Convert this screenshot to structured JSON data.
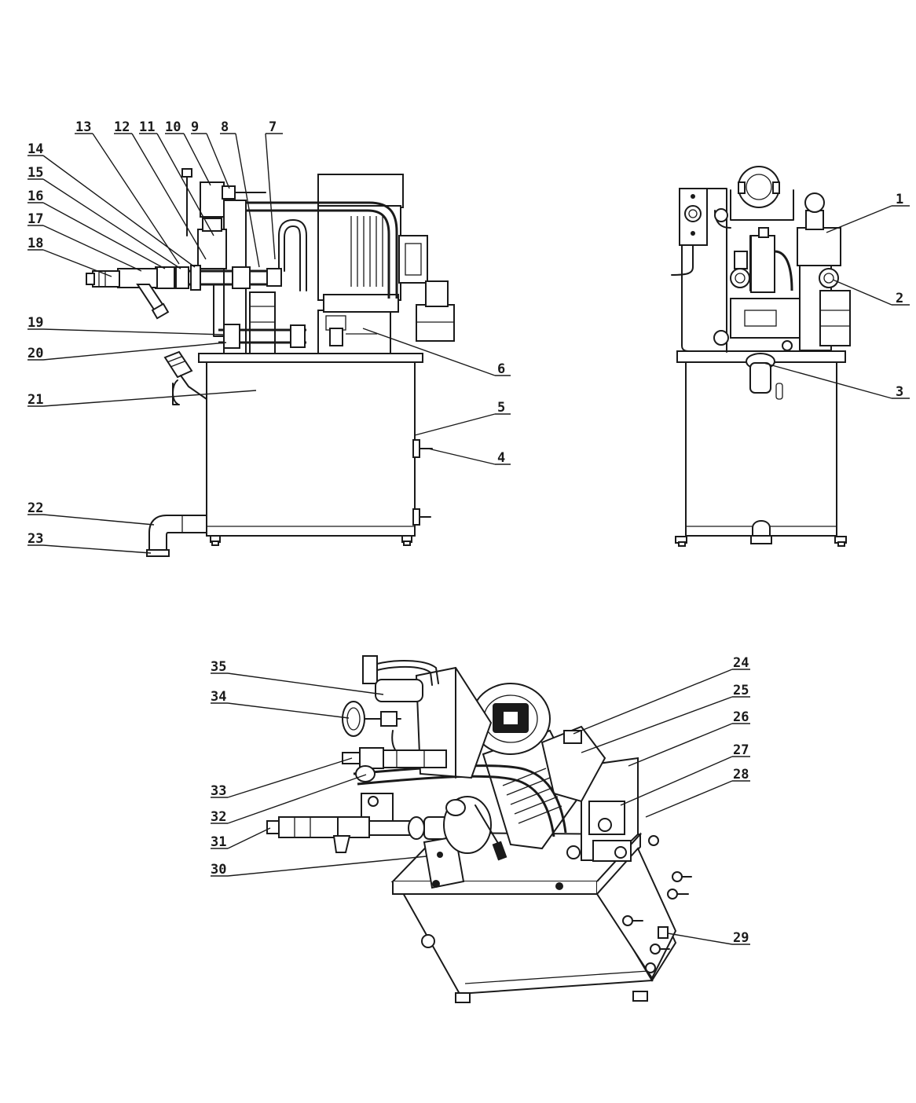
{
  "labels": {
    "l1": "1",
    "l2": "2",
    "l3": "3",
    "l4": "4",
    "l5": "5",
    "l6": "6",
    "l7": "7",
    "l8": "8",
    "l9": "9",
    "l10": "10",
    "l11": "11",
    "l12": "12",
    "l13": "13",
    "l14": "14",
    "l15": "15",
    "l16": "16",
    "l17": "17",
    "l18": "18",
    "l19": "19",
    "l20": "20",
    "l21": "21",
    "l22": "22",
    "l23": "23",
    "l24": "24",
    "l25": "25",
    "l26": "26",
    "l27": "27",
    "l28": "28",
    "l29": "29",
    "l30": "30",
    "l31": "31",
    "l32": "32",
    "l33": "33",
    "l34": "34",
    "l35": "35"
  },
  "colors": {
    "line": "#1a1a1a",
    "background": "#ffffff"
  }
}
